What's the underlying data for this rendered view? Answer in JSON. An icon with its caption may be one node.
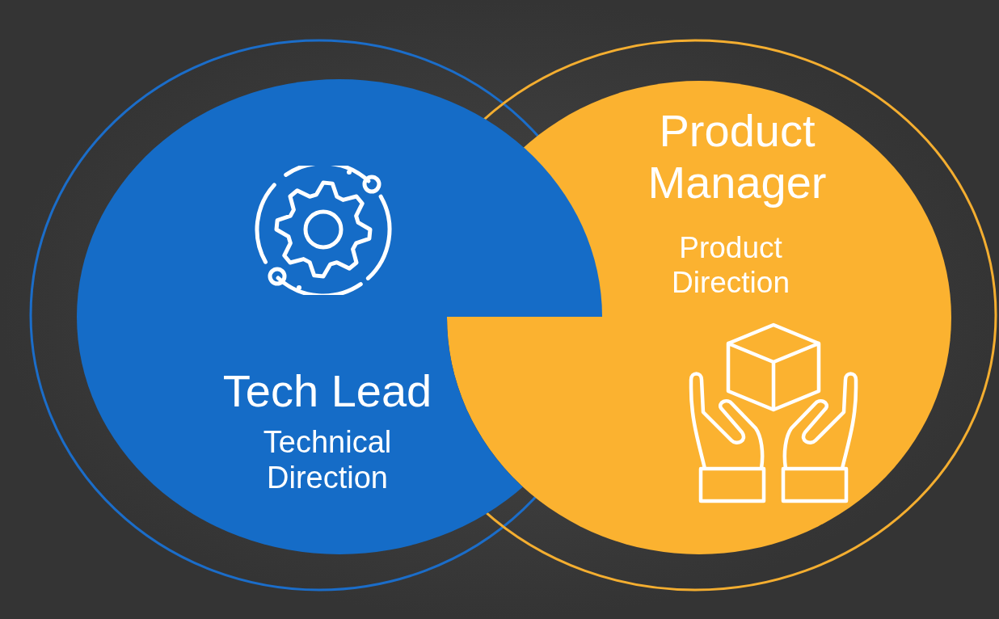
{
  "diagram": {
    "nodes": [
      {
        "text": [
          "Tech Lead",
          "Technical Direction"
        ]
      },
      {
        "text": [
          "Product Manager",
          "Product Direction"
        ]
      }
    ]
  }
}
